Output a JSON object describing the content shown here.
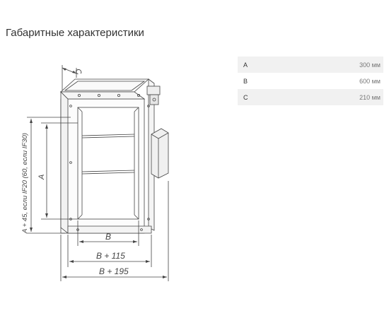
{
  "page_title": "Габаритные характеристики",
  "specs": [
    {
      "label": "A",
      "value": "300 мм"
    },
    {
      "label": "B",
      "value": "600 мм"
    },
    {
      "label": "C",
      "value": "210 мм"
    }
  ],
  "drawing": {
    "dim_c": "C",
    "dim_a": "A",
    "dim_a_ext": "A + 45, если IF20 (60, если IF30)",
    "dim_b": "B",
    "dim_b115": "B + 115",
    "dim_b195": "B + 195"
  },
  "colors": {
    "line": "#444444",
    "shade": "#f1f1f1"
  }
}
